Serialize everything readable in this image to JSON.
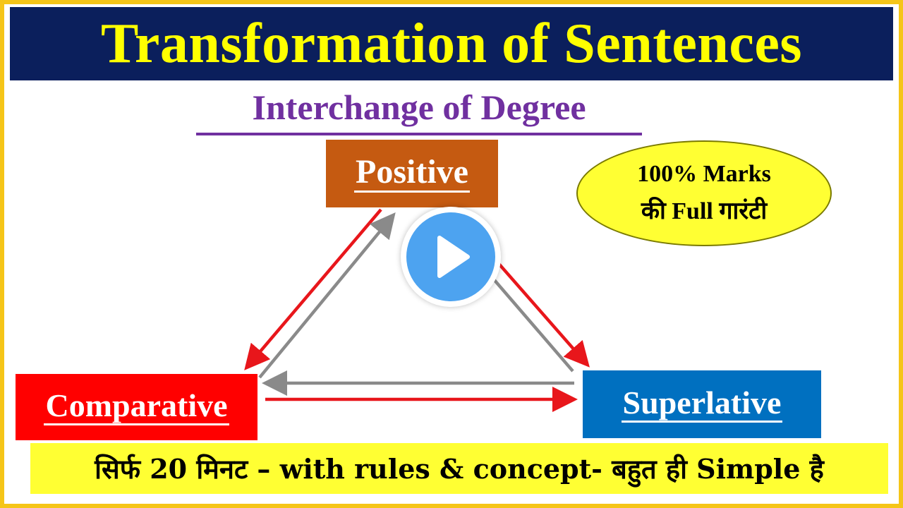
{
  "title": "Transformation of Sentences",
  "subtitle": "Interchange of Degree",
  "boxes": {
    "positive": "Positive",
    "comparative": "Comparative",
    "superlative": "Superlative"
  },
  "badge": {
    "line1": "100% Marks",
    "line2": "की Full गारंटी"
  },
  "bottom_text": "सिर्फ 20 मिनट – with rules & concept- बहुत ही Simple है",
  "colors": {
    "title_bg": "#0b1f5c",
    "title_text": "#ffff00",
    "subtitle": "#7030a0",
    "positive": "#c55a11",
    "comparative": "#ff0000",
    "superlative": "#0070c0",
    "badge": "#ffff33",
    "arrow_red": "#e8161b",
    "arrow_gray": "#8a8a8a",
    "play": "#4da3f0"
  },
  "play_icon": "play-button-icon"
}
